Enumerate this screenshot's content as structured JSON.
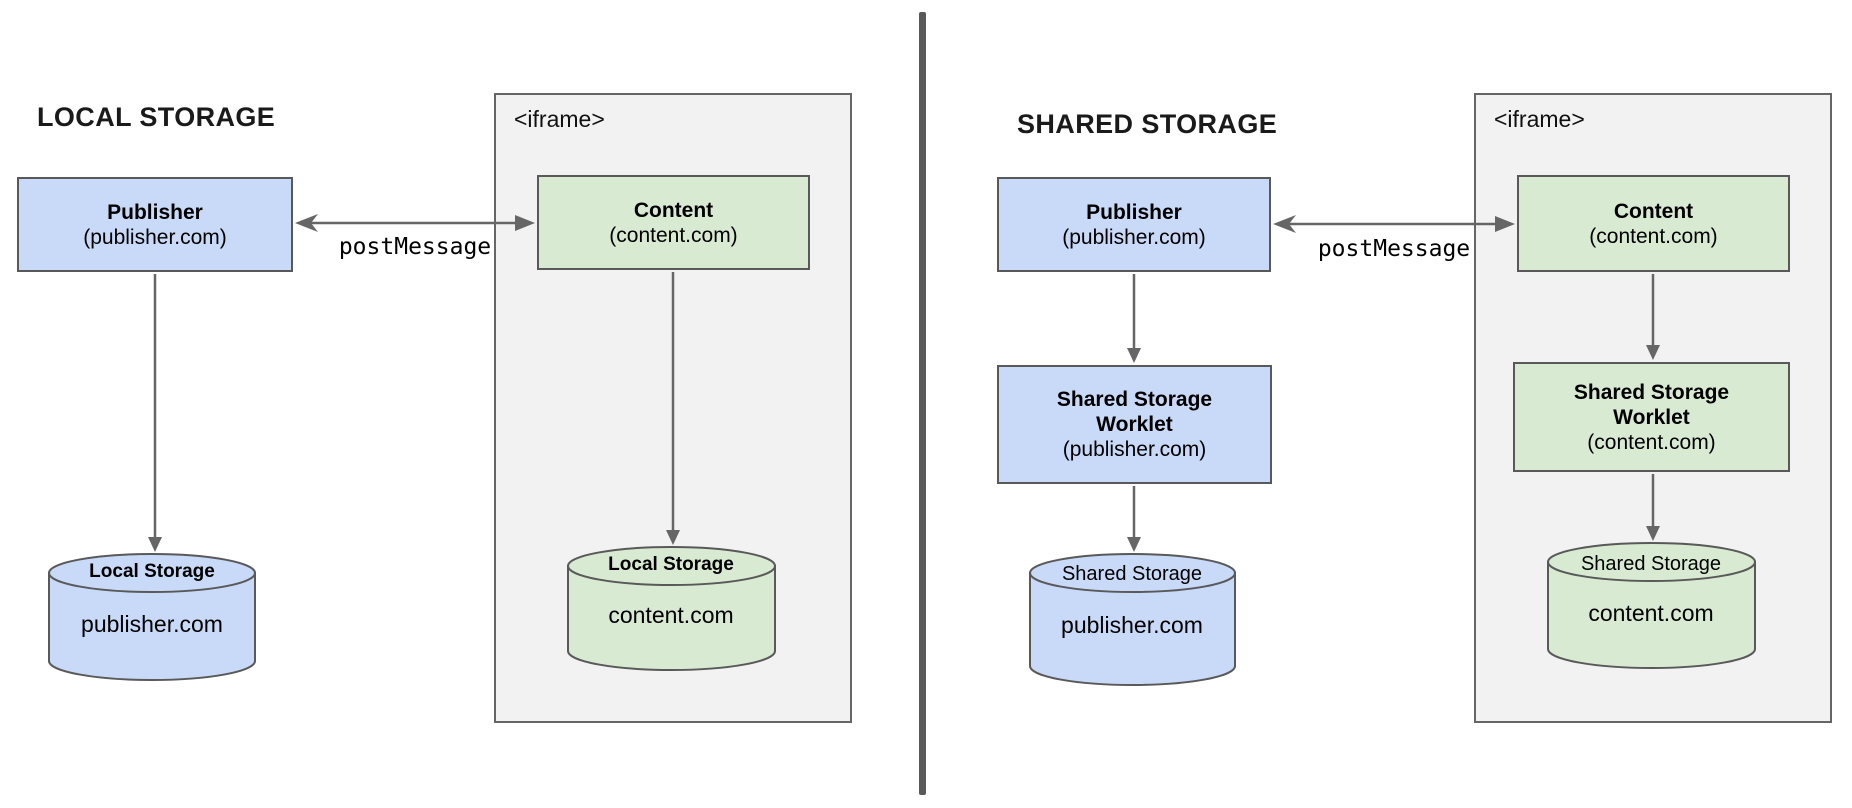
{
  "colors": {
    "publisher-fill": "#c9daf8",
    "content-fill": "#d9ead3",
    "iframe-fill": "#f2f2f2",
    "iframe-stroke": "#666666",
    "box-stroke": "#595959",
    "arrow-color": "#666666",
    "divider-color": "#595959",
    "title-color": "#1a1a1a"
  },
  "left": {
    "title": "LOCAL STORAGE",
    "publisher_name": "Publisher",
    "publisher_domain": "(publisher.com)",
    "iframe_label": "<iframe>",
    "content_name": "Content",
    "content_domain": "(content.com)",
    "post_message": "postMessage",
    "pub_store_label": "Local Storage",
    "pub_store_domain": "publisher.com",
    "content_store_label": "Local Storage",
    "content_store_domain": "content.com"
  },
  "right": {
    "title": "SHARED STORAGE",
    "publisher_name": "Publisher",
    "publisher_domain": "(publisher.com)",
    "iframe_label": "<iframe>",
    "content_name": "Content",
    "content_domain": "(content.com)",
    "post_message": "postMessage",
    "pub_worklet_line1": "Shared Storage",
    "pub_worklet_line2": "Worklet",
    "pub_worklet_domain": "(publisher.com)",
    "content_worklet_line1": "Shared Storage",
    "content_worklet_line2": "Worklet",
    "content_worklet_domain": "(content.com)",
    "pub_store_label": "Shared Storage",
    "pub_store_domain": "publisher.com",
    "content_store_label": "Shared Storage",
    "content_store_domain": "content.com"
  }
}
